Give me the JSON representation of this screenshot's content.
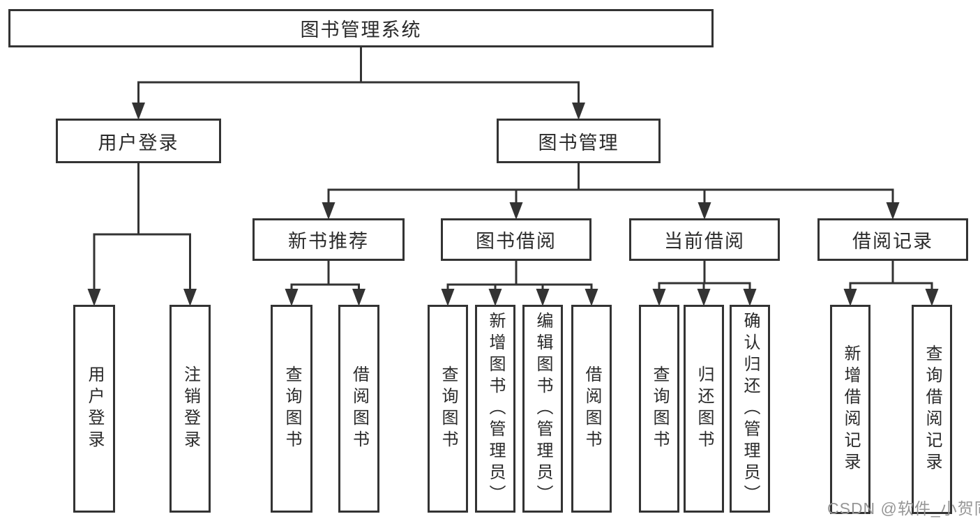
{
  "diagram": {
    "type": "tree",
    "nodes": [
      {
        "id": "root",
        "label": "图书管理系统"
      },
      {
        "id": "user-login",
        "label": "用户登录"
      },
      {
        "id": "book-mgmt",
        "label": "图书管理"
      },
      {
        "id": "new-book-rec",
        "label": "新书推荐"
      },
      {
        "id": "book-borrow",
        "label": "图书借阅"
      },
      {
        "id": "current-borrow",
        "label": "当前借阅"
      },
      {
        "id": "borrow-records",
        "label": "借阅记录"
      },
      {
        "id": "leaf-user-login",
        "label": "用户登录"
      },
      {
        "id": "leaf-logout",
        "label": "注销登录"
      },
      {
        "id": "leaf-query-books-rec",
        "label": "查询图书"
      },
      {
        "id": "leaf-borrow-books-rec",
        "label": "借阅图书"
      },
      {
        "id": "leaf-query-books-borrow",
        "label": "查询图书"
      },
      {
        "id": "leaf-add-book-admin",
        "label": "新增图书（管理员）"
      },
      {
        "id": "leaf-edit-book-admin",
        "label": "编辑图书（管理员）"
      },
      {
        "id": "leaf-borrow-books-borrow",
        "label": "借阅图书"
      },
      {
        "id": "leaf-query-books-current",
        "label": "查询图书"
      },
      {
        "id": "leaf-return-book",
        "label": "归还图书"
      },
      {
        "id": "leaf-confirm-return-admin",
        "label": "确认归还（管理员）"
      },
      {
        "id": "leaf-add-borrow-record",
        "label": "新增借阅记录"
      },
      {
        "id": "leaf-query-borrow-record",
        "label": "查询借阅记录"
      }
    ],
    "edges": [
      [
        0,
        1
      ],
      [
        0,
        2
      ],
      [
        1,
        7
      ],
      [
        1,
        8
      ],
      [
        2,
        3
      ],
      [
        2,
        4
      ],
      [
        2,
        5
      ],
      [
        2,
        6
      ],
      [
        3,
        9
      ],
      [
        3,
        10
      ],
      [
        4,
        11
      ],
      [
        4,
        12
      ],
      [
        4,
        13
      ],
      [
        4,
        14
      ],
      [
        5,
        15
      ],
      [
        5,
        16
      ],
      [
        5,
        17
      ],
      [
        6,
        18
      ],
      [
        6,
        19
      ]
    ]
  },
  "watermark": {
    "text": "CSDN @软件_小贺同学"
  },
  "colors": {
    "line": "#333333",
    "text": "#2a2a2a",
    "background": "#ffffff",
    "watermark": "#969696"
  }
}
